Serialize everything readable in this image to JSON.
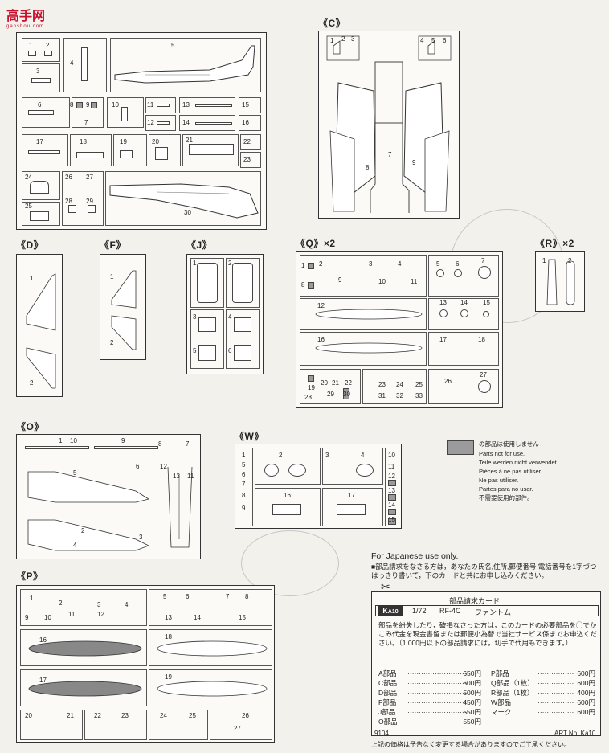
{
  "watermark": {
    "cn": "高手网",
    "url": "gaoshou.com"
  },
  "sections": {
    "C": "《C》",
    "D": "《D》",
    "F": "《F》",
    "J": "《J》",
    "Q": "《Q》×2",
    "R": "《R》×2",
    "O": "《O》",
    "W": "《W》",
    "P": "《P》"
  },
  "notice": {
    "jp": "の部品は使用しません",
    "en": "Parts not for use.",
    "de": "Teile werden nicht verwendet.",
    "fr": "Pièces à ne pas utiliser.",
    "fr2": "Ne pas utiliser.",
    "es": "Partes para no usar.",
    "cn": "不需要使用的部件。"
  },
  "order": {
    "japan_only": "For Japanese use only.",
    "instruction": "■部品請求をなさる方は，あなたの氏名,住所,郵便番号,電話番号を1字づつはっきり書いて，下のカードと共にお申し込みください。",
    "card_title": "部品請求カード",
    "kit_code": "K",
    "kit_code_sub": "A10",
    "scale": "1/72",
    "model": "RF-4C",
    "name_jp": "ファントム",
    "body": "部品を紛失したり，破損なさった方は，このカードの必要部品を◯でかこみ代金を現金書留または郵便小為替で当社サービス係までお申込ください。（1,000円以下の部品請求には，切手で代用もできます。）",
    "prices_left": [
      {
        "part": "A部品",
        "price": "650円"
      },
      {
        "part": "C部品",
        "price": "600円"
      },
      {
        "part": "D部品",
        "price": "500円"
      },
      {
        "part": "F部品",
        "price": "450円"
      },
      {
        "part": "J部品",
        "price": "550円"
      },
      {
        "part": "O部品",
        "price": "550円"
      }
    ],
    "prices_right": [
      {
        "part": "P部品",
        "price": "600円"
      },
      {
        "part": "Q部品（1枚）",
        "price": "600円"
      },
      {
        "part": "R部品（1枚）",
        "price": "400円"
      },
      {
        "part": "W部品",
        "price": "600円"
      },
      {
        "part": "マーク",
        "price": "600円"
      }
    ],
    "code": "9104",
    "art_no": "ART No. Ka10",
    "footer": "上記の価格は予告なく変更する場合がありますのでご了承ください。"
  },
  "labels": {
    "A": [
      "1",
      "2",
      "3",
      "4",
      "5",
      "6",
      "7",
      "8",
      "9",
      "10",
      "11",
      "12",
      "13",
      "14",
      "15",
      "16",
      "17",
      "18",
      "19",
      "20",
      "21",
      "22",
      "23",
      "24",
      "25",
      "26",
      "27",
      "28",
      "29",
      "30"
    ],
    "C": [
      "1",
      "2",
      "3",
      "4",
      "5",
      "6",
      "7",
      "8",
      "9"
    ],
    "D": [
      "1",
      "2"
    ],
    "F": [
      "1",
      "2"
    ],
    "J": [
      "1",
      "2",
      "3",
      "4",
      "5",
      "6"
    ],
    "Q": [
      "1",
      "2",
      "3",
      "4",
      "5",
      "6",
      "7",
      "8",
      "9",
      "10",
      "11",
      "12",
      "13",
      "14",
      "15",
      "16",
      "17",
      "18",
      "19",
      "20",
      "21",
      "22",
      "23",
      "24",
      "25",
      "26",
      "27",
      "28",
      "29",
      "30",
      "31",
      "32",
      "33"
    ],
    "R": [
      "1",
      "2"
    ],
    "O": [
      "1",
      "2",
      "3",
      "4",
      "5",
      "6",
      "7",
      "8",
      "9",
      "10",
      "11",
      "12",
      "13"
    ],
    "W": [
      "1",
      "2",
      "3",
      "4",
      "5",
      "6",
      "7",
      "8",
      "9",
      "10",
      "11",
      "12",
      "13",
      "14",
      "15",
      "16",
      "17"
    ],
    "P": [
      "1",
      "2",
      "3",
      "4",
      "5",
      "6",
      "7",
      "8",
      "9",
      "10",
      "11",
      "12",
      "13",
      "14",
      "15",
      "16",
      "17",
      "18",
      "19",
      "20",
      "21",
      "22",
      "23",
      "24",
      "25",
      "26",
      "27"
    ]
  }
}
